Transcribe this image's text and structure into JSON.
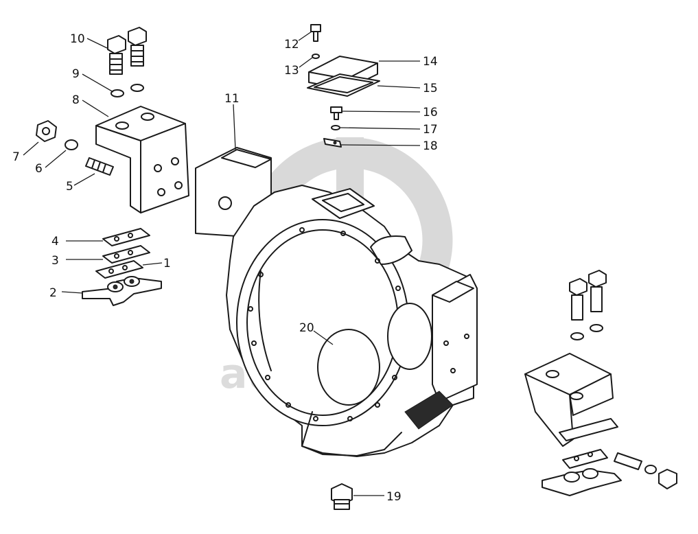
{
  "watermark": {
    "text": "autoparts"
  },
  "callouts": {
    "c1": "1",
    "c2": "2",
    "c3": "3",
    "c4": "4",
    "c5": "5",
    "c6": "6",
    "c7": "7",
    "c8": "8",
    "c9": "9",
    "c10": "10",
    "c11": "11",
    "c12": "12",
    "c13": "13",
    "c14": "14",
    "c15": "15",
    "c16": "16",
    "c17": "17",
    "c18": "18",
    "c19": "19",
    "c20": "20"
  }
}
